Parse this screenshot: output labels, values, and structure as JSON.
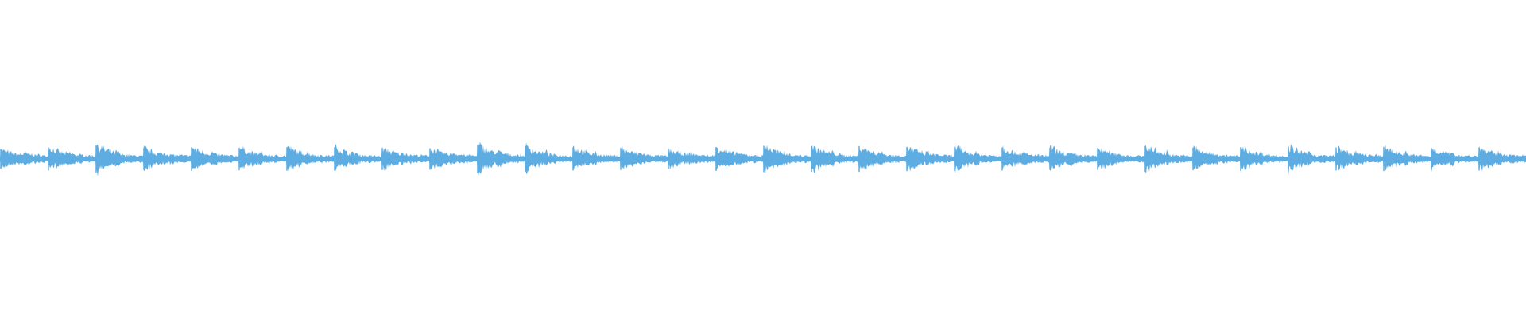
{
  "waveform": {
    "color": "#5dade2",
    "background": "#ffffff",
    "segment_peaks": [
      0.45,
      0.95,
      0.6,
      0.72,
      0.78,
      0.64,
      0.55,
      0.7,
      0.62,
      0.63,
      0.58,
      0.56,
      0.62,
      0.57,
      0.62,
      0.46,
      0.55,
      0.69,
      0.53,
      0.92,
      0.82,
      1.0,
      0.71,
      0.65,
      0.6,
      0.62,
      0.56,
      0.51,
      0.45,
      0.68,
      0.64,
      0.74,
      0.75,
      0.69,
      0.72,
      0.7,
      0.71,
      0.74,
      0.66,
      0.72,
      0.66,
      0.68,
      0.6,
      0.7,
      0.56,
      0.58,
      0.55,
      0.4,
      0.72,
      0.64,
      0.58,
      0.55,
      0.63,
      0.54,
      0.66,
      0.58,
      0.6,
      0.72,
      0.66,
      0.6,
      0.55,
      0.52,
      0.6,
      0.7
    ],
    "beat_count": 32,
    "seed": 7
  }
}
